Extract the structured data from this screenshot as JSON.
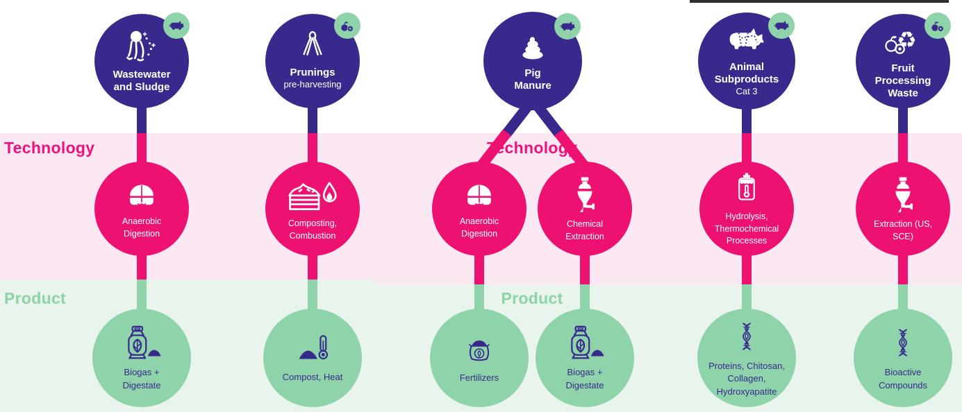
{
  "section_labels": {
    "technology": "Technology",
    "product": "Product"
  },
  "colors": {
    "feedstock_purple": "#372a8c",
    "technology_pink": "#ed1271",
    "product_green": "#8fd3aa",
    "technology_band": "#fce8f2",
    "product_band": "#e8f4ec",
    "technology_label": "#f2117c",
    "product_label": "#8cd3a6",
    "top_bar": "#2e2e2e"
  },
  "icons": {
    "recycle_glyph": "♻"
  },
  "feedstocks": [
    {
      "title": "Wastewater and Sludge",
      "icon": "wastewater-icon",
      "badge": "pig-icon"
    },
    {
      "title": "Prunings",
      "subtitle": "pre-harvesting",
      "icon": "pruning-shears-icon",
      "badge": "fruit-icon"
    },
    {
      "title": "Pig Manure",
      "icon": "manure-icon",
      "badge": "pig-icon"
    },
    {
      "title": "Animal Subproducts",
      "subtitle": "Cat 3",
      "icon": "butchered-pig-icon",
      "badge": "pig-icon"
    },
    {
      "title": "Fruit Processing Waste",
      "icon": "recycle-fruit-icon",
      "badge": "fruit-icon"
    }
  ],
  "technologies": [
    {
      "label": "Anaerobic Digestion",
      "icon": "digester-icon"
    },
    {
      "label": "Composting, Combustion",
      "icon": "compost-bin-flame-icon"
    },
    {
      "label": "Anaerobic Digestion",
      "icon": "digester-icon"
    },
    {
      "label": "Chemical Extraction",
      "icon": "separatory-funnel-icon"
    },
    {
      "label": "Hydrolysis, Thermochemical Processes",
      "icon": "heated-vessel-icon"
    },
    {
      "label": "Extraction (US, SCE)",
      "icon": "separatory-funnel-icon"
    }
  ],
  "products": [
    {
      "label": "Biogas + Digestate",
      "icon": "gas-cylinder-pile-icon"
    },
    {
      "label": "Compost, Heat",
      "icon": "pile-thermometer-icon"
    },
    {
      "label": "Fertilizers",
      "icon": "fertilizer-bag-icon"
    },
    {
      "label": "Biogas + Digestate",
      "icon": "gas-cylinder-pile-icon"
    },
    {
      "label": "Proteins, Chitosan, Collagen, Hydroxyapatite",
      "icon": "dna-icon"
    },
    {
      "label": "Bioactive Compounds",
      "icon": "dna-icon"
    }
  ]
}
